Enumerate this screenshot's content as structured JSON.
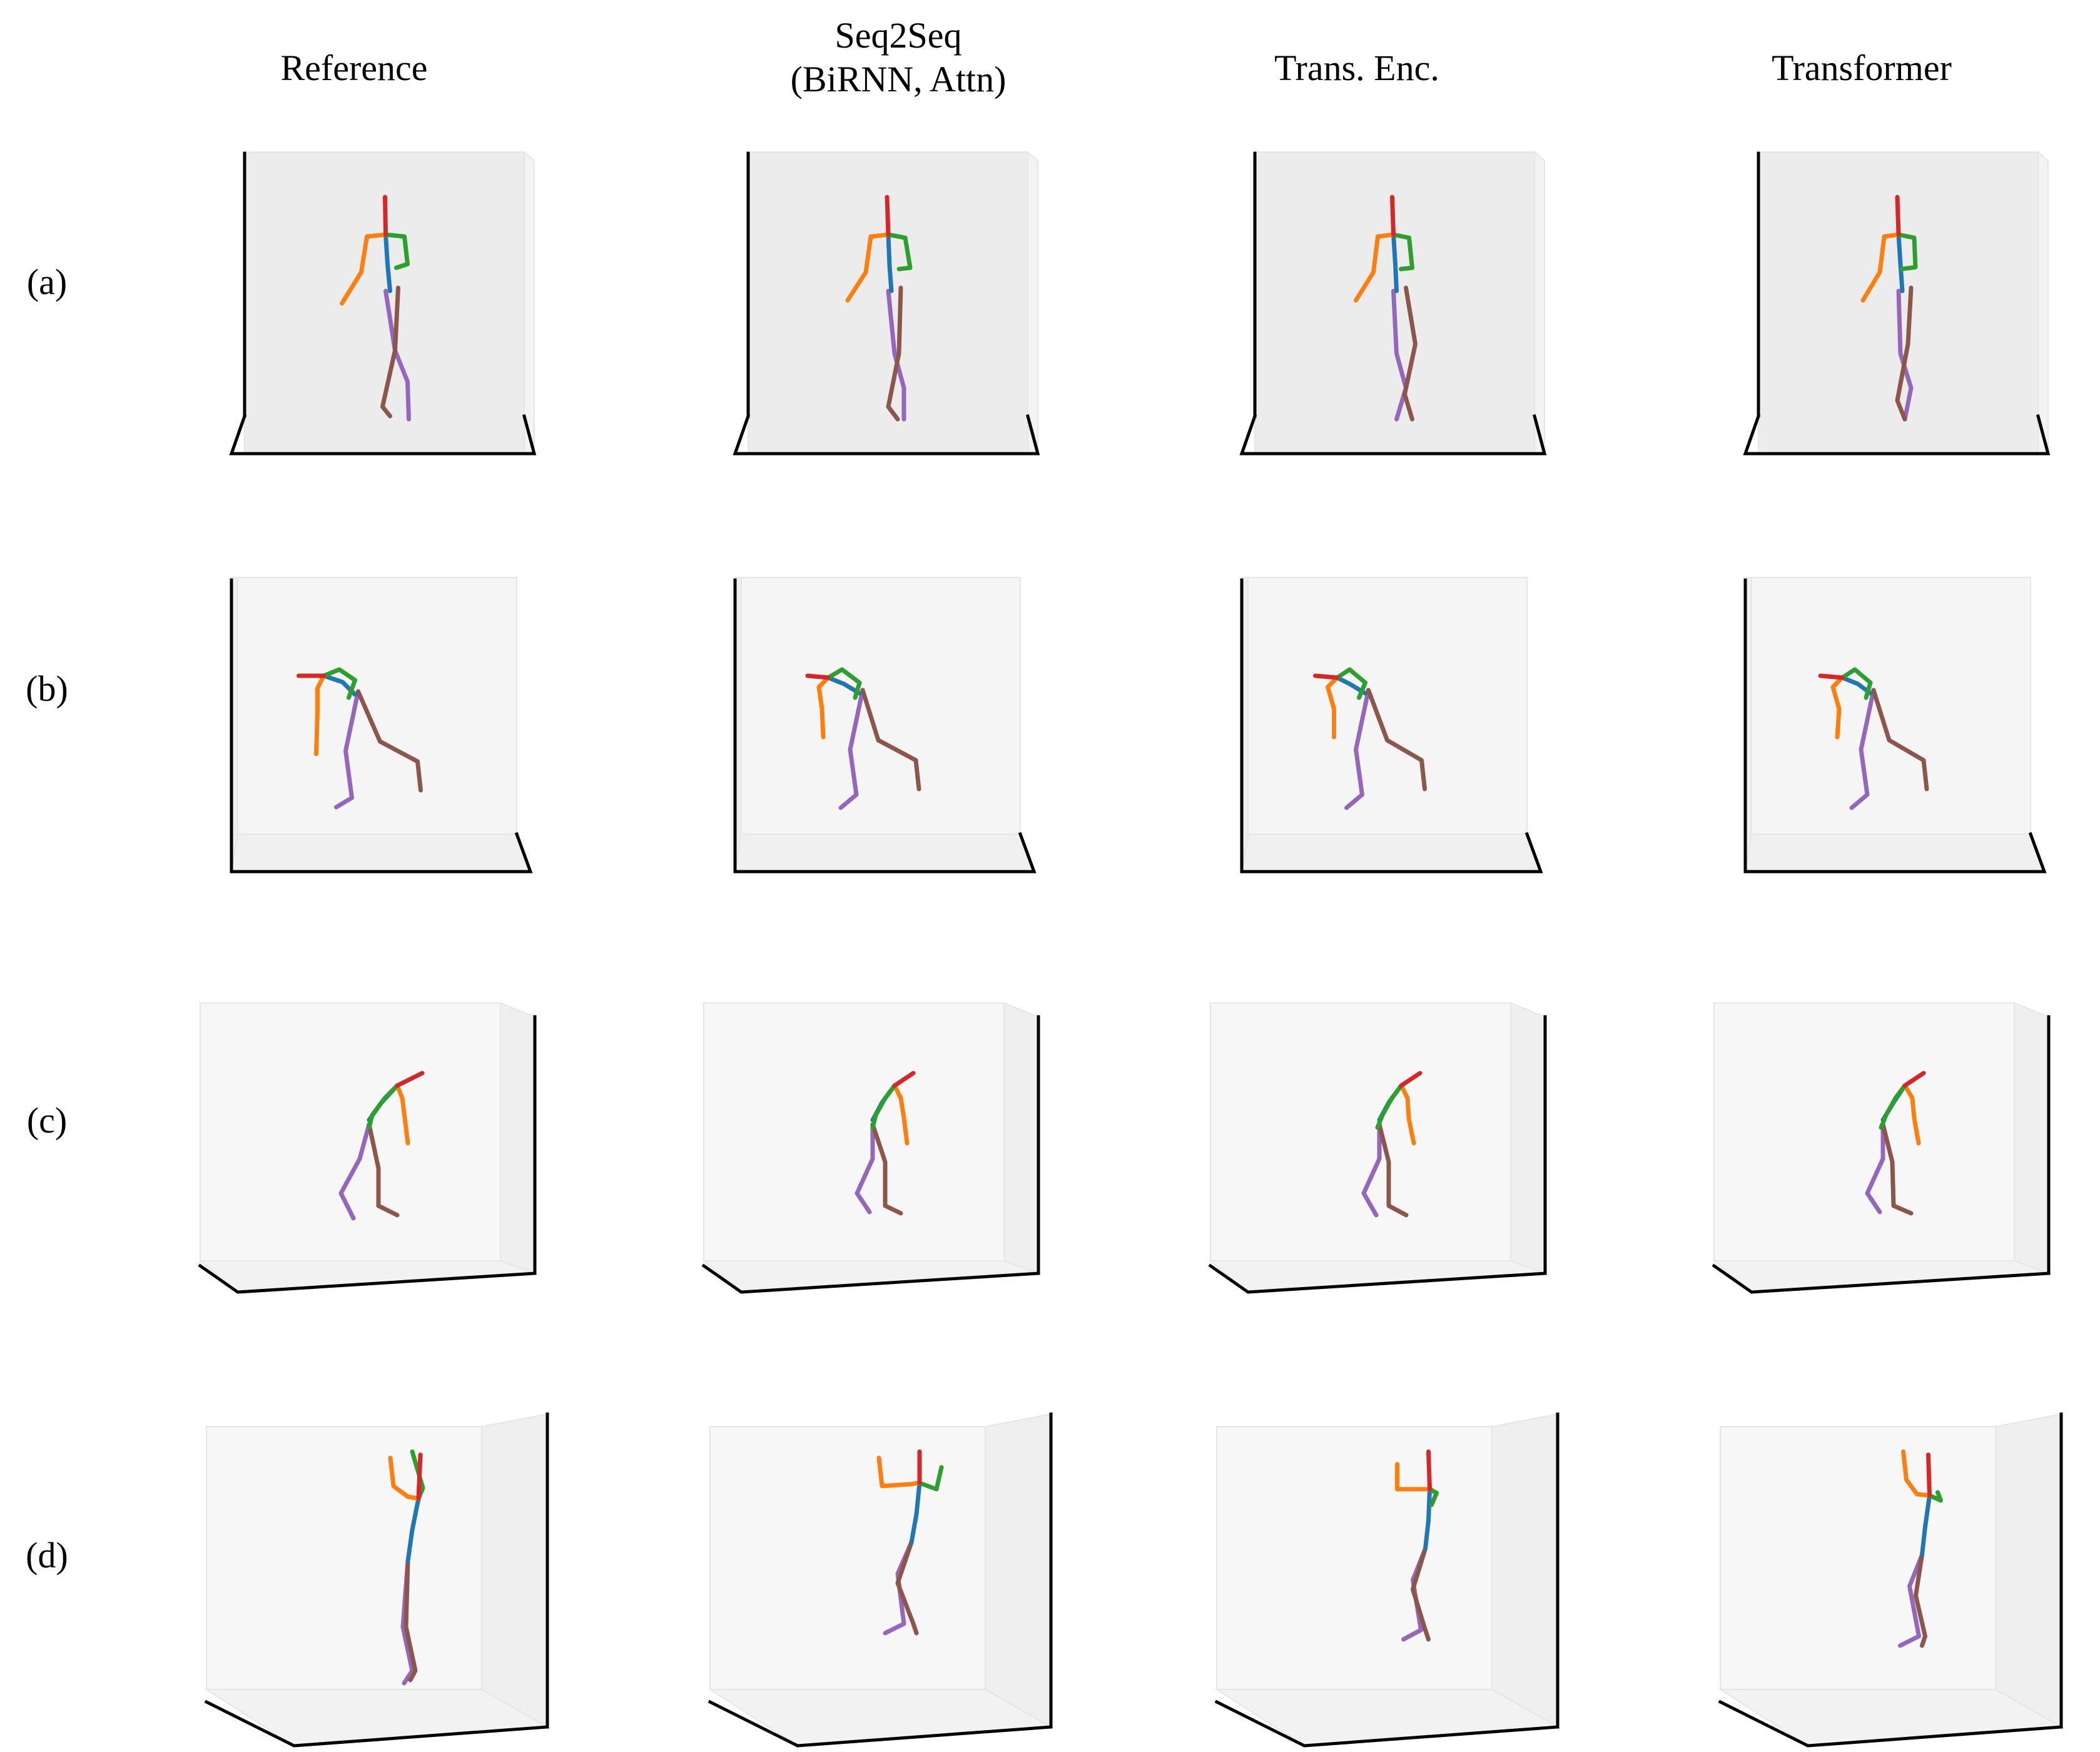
{
  "columns": [
    "Reference",
    "Seq2Seq\n(BiRNN, Attn)",
    "Trans. Enc.",
    "Transformer"
  ],
  "rows": [
    "(a)",
    "(b)",
    "(c)",
    "(d)"
  ],
  "limb_colors": {
    "head": "#d62728",
    "right_arm": "#ff7f0e",
    "left_arm": "#2ca02c",
    "spine": "#1f77b4",
    "right_leg": "#9467bd",
    "left_leg": "#8c564b"
  }
}
